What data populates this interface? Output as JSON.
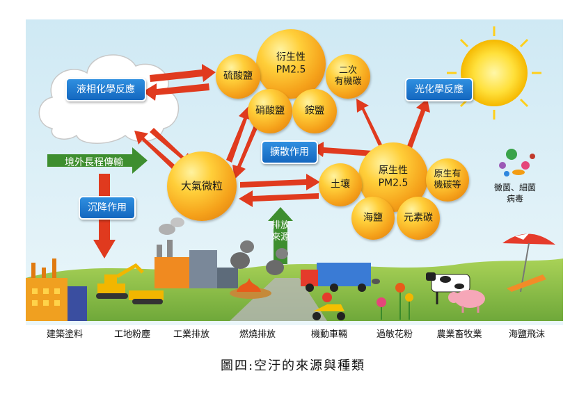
{
  "bubbles": {
    "secondary": {
      "line1": "衍生性",
      "line2": "PM2.5"
    },
    "sulfate": "硫酸鹽",
    "secondary_organic": {
      "line1": "二次",
      "line2": "有機碳"
    },
    "nitrate": "硝酸鹽",
    "ammonium": "銨鹽",
    "atmospheric_particles": "大氣微粒",
    "primary": {
      "line1": "原生性",
      "line2": "PM2.5"
    },
    "primary_organic": {
      "line1": "原生有",
      "line2": "機碳等"
    },
    "soil": "土壤",
    "sea_salt": "海鹽",
    "elemental_carbon": "元素碳"
  },
  "processes": {
    "liquid_chemistry": "液相化學反應",
    "photochemistry": "光化學反應",
    "diffusion": "擴散作用",
    "long_range_transport": "境外長程傳輸",
    "deposition": "沉降作用",
    "emission_sources": {
      "line1": "排放",
      "line2": "來源"
    }
  },
  "bio_label": {
    "line1": "黴菌、細菌",
    "line2": "病毒"
  },
  "sources": [
    "建築塗料",
    "工地粉塵",
    "工業排放",
    "燃燒排放",
    "機動車輛",
    "過敏花粉",
    "農業畜牧業",
    "海鹽飛沫"
  ],
  "caption": "圖四:空汙的來源與種類",
  "colors": {
    "sky": "#d6eef7",
    "ground": "#8fc24a",
    "bubble": "#f5a11a",
    "arrow_red": "#e03a1e",
    "box_blue": "#1a73c8",
    "arrow_green": "#3e8e2f",
    "sun": "#ffd21a"
  },
  "icons": [
    "cloud-icon",
    "sun-icon",
    "microbe-icon",
    "factory-icon",
    "excavator-icon",
    "fire-smoke-icon",
    "truck-icon",
    "scooter-icon",
    "flower-icon",
    "cow-icon",
    "pig-icon",
    "beach-umbrella-icon"
  ]
}
